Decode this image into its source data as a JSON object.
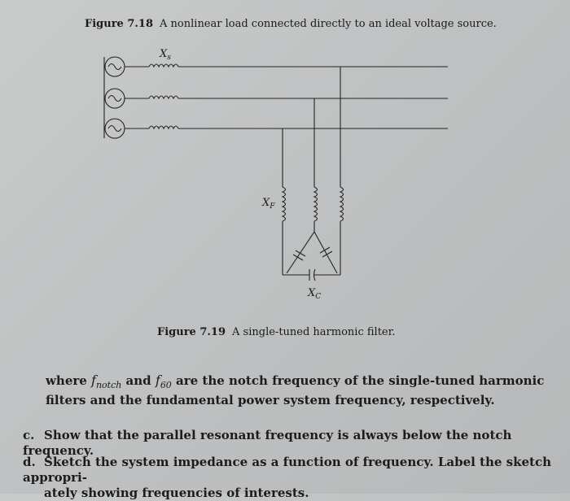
{
  "figure_7_18": {
    "number": "Figure 7.18",
    "caption": "A nonlinear load connected directly to an ideal voltage source."
  },
  "figure_7_19": {
    "number": "Figure 7.19",
    "caption": "A single-tuned harmonic filter."
  },
  "diagram_labels": {
    "source_reactance": "X",
    "source_reactance_sub": "s",
    "filter_reactance": "X",
    "filter_reactance_sub": "F",
    "capacitor_reactance": "X",
    "capacitor_reactance_sub": "C"
  },
  "paragraph_where": {
    "t1": "where ",
    "f_notch": "f",
    "f_notch_sub": "notch",
    "t2": " and ",
    "f_60": "f",
    "f_60_sub": "60",
    "t3": " are the notch frequency of the single-tuned harmonic filters and the fundamental power system frequency, respectively."
  },
  "items": {
    "c_letter": "c.",
    "c_text": "Show that the parallel resonant frequency is always below the notch frequency.",
    "d_letter": "d.",
    "d_text1": "Sketch the system impedance as a function of frequency. Label the sketch appropri-",
    "d_text2": "ately showing frequencies of interests."
  }
}
